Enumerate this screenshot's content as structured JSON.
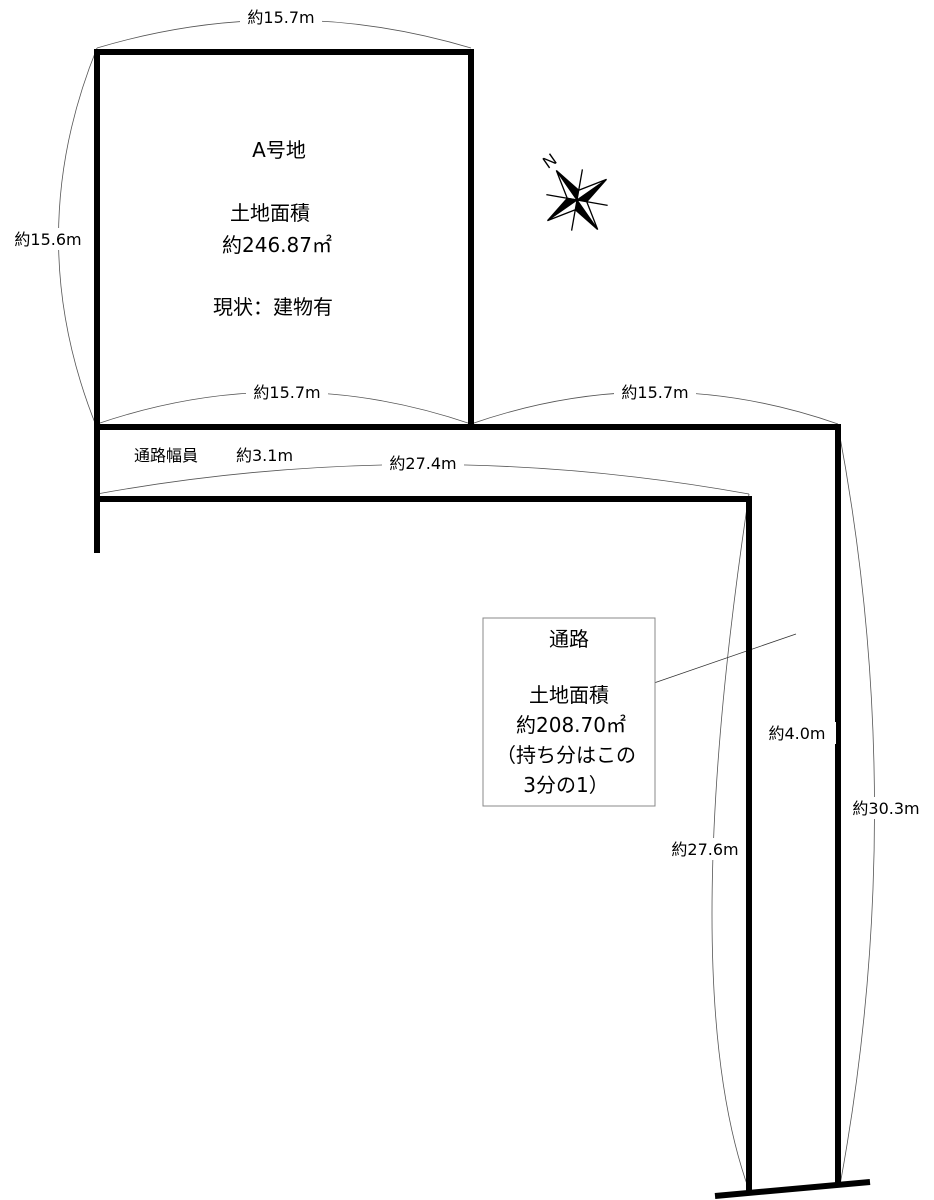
{
  "lot_a": {
    "name": "A号地",
    "area_label": "土地面積",
    "area_value": "約246.87㎡",
    "status": "現状：建物有",
    "dims": {
      "top": "約15.7m",
      "left": "約15.6m",
      "bottom": "約15.7m"
    }
  },
  "road": {
    "width_label": "通路幅員",
    "width_value": "約3.1m",
    "box": {
      "title": "通路",
      "area_label": "土地面積",
      "area_value": "約208.70㎡",
      "share_line1": "（持ち分はこの",
      "share_line2": "3分の1）"
    },
    "dims": {
      "top_right": "約15.7m",
      "inner_top": "約27.4m",
      "inner_right": "約27.6m",
      "outer_right": "約30.3m",
      "bottom_width": "約4.0m"
    }
  },
  "compass": {
    "north_letter": "N",
    "icon": "compass-rose-icon"
  },
  "colors": {
    "boundary": "#000000",
    "dimension": "#555555",
    "background": "#ffffff"
  }
}
